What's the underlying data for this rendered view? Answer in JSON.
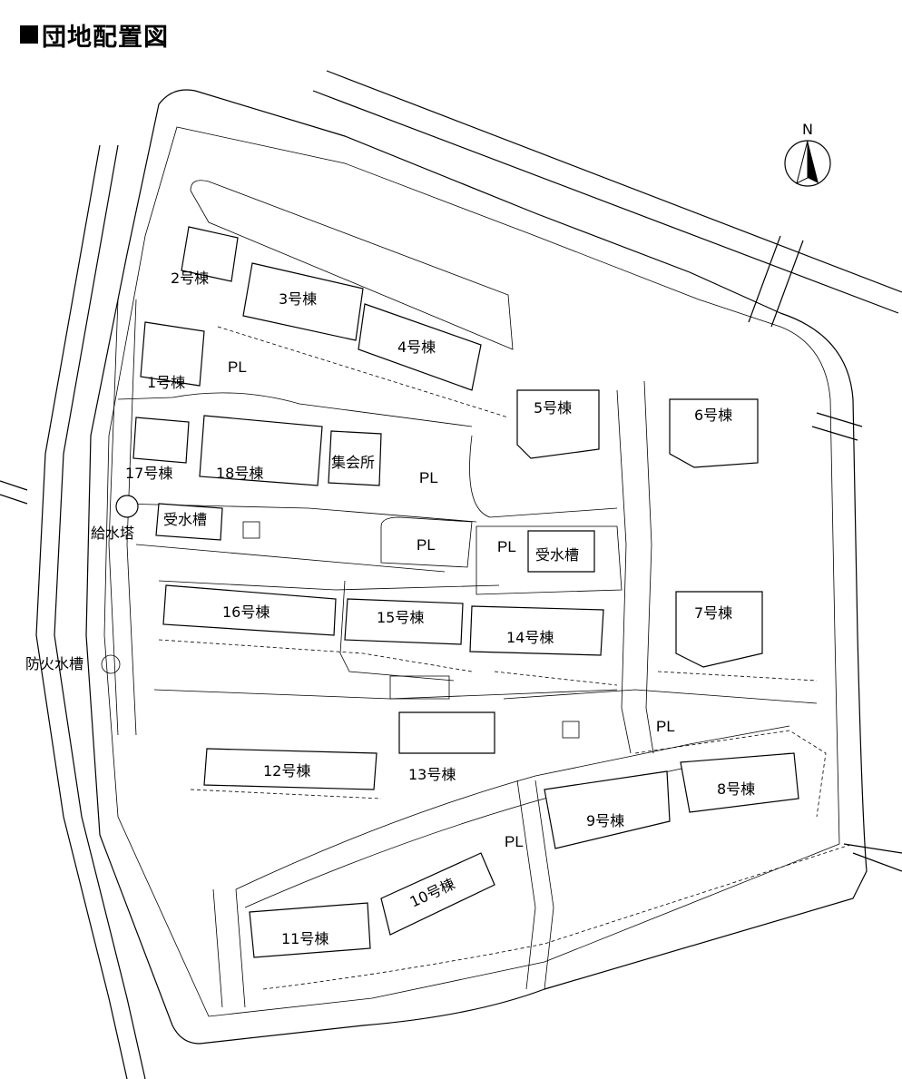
{
  "title": "団地配置図",
  "north_label": "N",
  "compass_icon": "north-arrow-icon",
  "buildings": {
    "b1": "1号棟",
    "b2": "2号棟",
    "b3": "3号棟",
    "b4": "4号棟",
    "b5": "5号棟",
    "b6": "6号棟",
    "b7": "7号棟",
    "b8": "8号棟",
    "b9": "9号棟",
    "b10": "10号棟",
    "b11": "11号棟",
    "b12": "12号棟",
    "b13": "13号棟",
    "b14": "14号棟",
    "b15": "15号棟",
    "b16": "16号棟",
    "b17": "17号棟",
    "b18": "18号棟"
  },
  "facilities": {
    "meeting_hall": "集会所",
    "water_tower": "給水塔",
    "receiving_tank_1": "受水槽",
    "receiving_tank_2": "受水槽",
    "fire_water_tank": "防火水槽"
  },
  "playgrounds": [
    "PL",
    "PL",
    "PL",
    "PL",
    "PL",
    "PL"
  ]
}
